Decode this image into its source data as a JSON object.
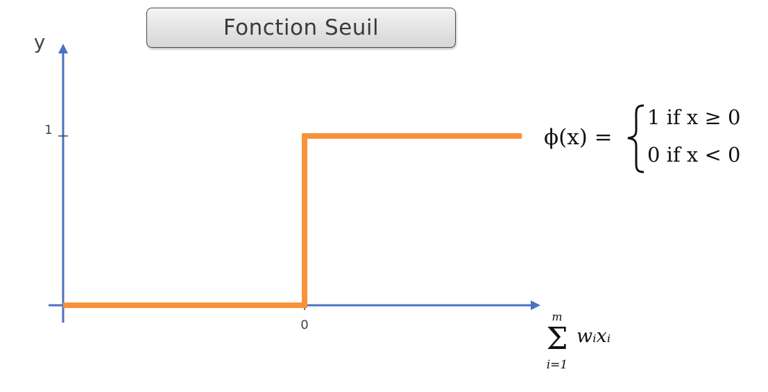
{
  "title": "Fonction Seuil",
  "chart_data": {
    "type": "line",
    "title": "Fonction Seuil",
    "ylabel": "y",
    "xlabel_symbol": "Σ",
    "xlabel_upper": "m",
    "xlabel_lower": "i=1",
    "xlabel_term": "wᵢxᵢ",
    "x_ticks": [
      "0"
    ],
    "y_ticks": [
      "1"
    ],
    "xlim": [
      -1,
      1
    ],
    "ylim": [
      0,
      1.4
    ],
    "series": [
      {
        "x": [
          -1,
          0,
          0,
          0.9
        ],
        "y": [
          0,
          0,
          1,
          1
        ]
      }
    ],
    "colors": {
      "line": "#f7923a",
      "axis": "#4a72c4"
    },
    "formula": {
      "lhs": "ϕ(x) =",
      "case_1": "1 if x ≥ 0",
      "case_2": "0 if x < 0"
    }
  }
}
